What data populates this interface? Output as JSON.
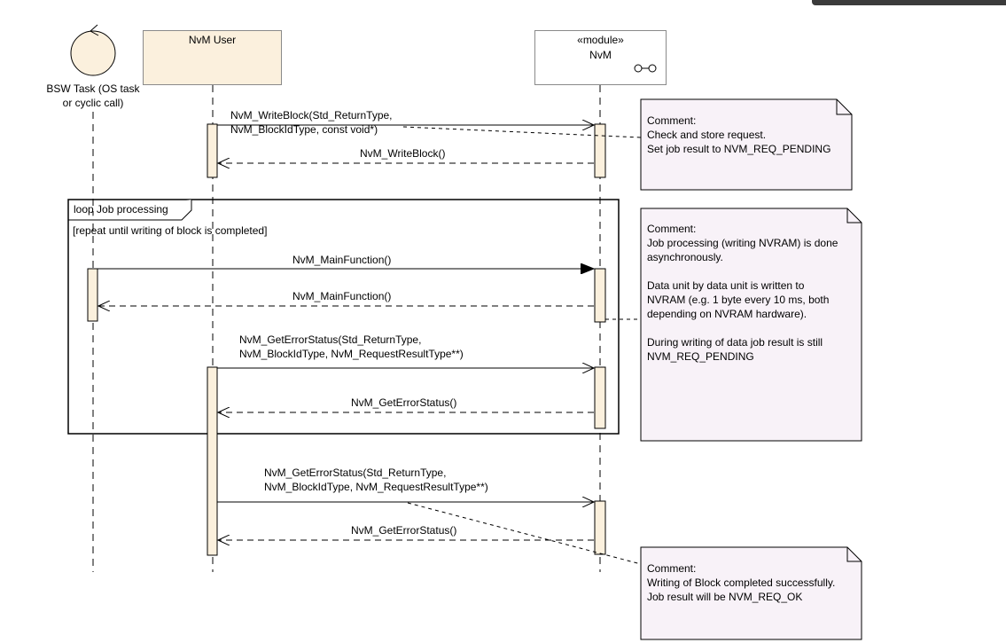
{
  "participants": {
    "task_label_line1": "BSW Task (OS task",
    "task_label_line2": "or cyclic call)",
    "user": "NvM User",
    "module_stereotype": "«module»",
    "module_name": "NvM"
  },
  "messages": {
    "write_call_line1": "NvM_WriteBlock(Std_ReturnType,",
    "write_call_line2": "NvM_BlockIdType, const void*)",
    "write_return": "NvM_WriteBlock()",
    "main_call": "NvM_MainFunction()",
    "main_return": "NvM_MainFunction()",
    "status_call1_line1": "NvM_GetErrorStatus(Std_ReturnType,",
    "status_call1_line2": "NvM_BlockIdType, NvM_RequestResultType**)",
    "status_return1": "NvM_GetErrorStatus()",
    "status_call2_line1": "NvM_GetErrorStatus(Std_ReturnType,",
    "status_call2_line2": "NvM_BlockIdType, NvM_RequestResultType**)",
    "status_return2": "NvM_GetErrorStatus()"
  },
  "loop": {
    "tag": "loop Job processing",
    "guard": "[repeat until writing of block is completed]"
  },
  "notes": {
    "note1": [
      "Comment:",
      "Check and store request.",
      "Set job result to NVM_REQ_PENDING"
    ],
    "note2_l1": "Comment:",
    "note2_l2": "Job processing (writing NVRAM) is done",
    "note2_l3": "asynchronously.",
    "note2_l4": "Data unit by data unit is written to",
    "note2_l5": "NVRAM (e.g. 1 byte every 10 ms, both",
    "note2_l6": "depending on  NVRAM hardware).",
    "note2_l7": "During writing of data job result is still",
    "note2_l8": "NVM_REQ_PENDING",
    "note3": [
      "Comment:",
      "Writing of Block completed successfully.",
      "Job result will be NVM_REQ_OK"
    ]
  },
  "colors": {
    "participant_fill": "#fbf0dd",
    "activation_fill": "#fbf0dd",
    "note_fill": "#f8f2f8",
    "line": "#000000",
    "border": "#8a8a8a"
  },
  "icons": {
    "task": "control-task-circle-icon",
    "component": "component-interface-icon",
    "sync_arrow": "filled-arrowhead-icon",
    "async_arrow": "open-arrowhead-icon"
  }
}
